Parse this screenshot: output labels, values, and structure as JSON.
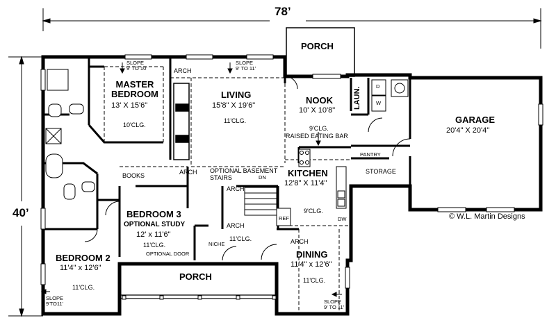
{
  "overall": {
    "width": "78’",
    "depth": "40’"
  },
  "rooms": {
    "master_bedroom": {
      "name_line1": "MASTER",
      "name_line2": "BEDROOM",
      "size": "13' X 15'6\"",
      "ceiling": "10'CLG.",
      "slope_line1": "SLOPE",
      "slope_line2": "9' TO 10'"
    },
    "living": {
      "name": "LIVING",
      "size": "15'8\" X 19'6\"",
      "ceiling": "11'CLG.",
      "slope_line1": "SLOPE",
      "slope_line2": "9' TO 11'"
    },
    "porch_top": {
      "name": "PORCH"
    },
    "nook": {
      "name": "NOOK",
      "size": "10' X 10'8\"",
      "ceiling": "9'CLG.",
      "bar": "RAISED EATING BAR"
    },
    "laundry": {
      "name": "LAUN.",
      "dryer": "D",
      "washer": "W"
    },
    "garage": {
      "name": "GARAGE",
      "size": "20'4\" X 20'4''"
    },
    "pantry": {
      "name": "PANTRY"
    },
    "storage": {
      "name": "STORAGE"
    },
    "kitchen": {
      "name": "KITCHEN",
      "size": "12'8\" X 11'4\"",
      "ceiling": "9'CLG.",
      "ref": "REF",
      "dw": "DW"
    },
    "stairs": {
      "label_line1": "OPTIONAL BASEMENT",
      "label_line2": "STAIRS",
      "dn": "DN"
    },
    "bedroom3": {
      "name": "BEDROOM 3",
      "subtitle": "OPTIONAL STUDY",
      "size": "12' x 11'6\"",
      "ceiling": "11'CLG.",
      "door": "OPTIONAL DOOR",
      "niche": "NICHE"
    },
    "hall": {
      "ceiling": "11'CLG."
    },
    "books": {
      "label": "BOOKS"
    },
    "bedroom2": {
      "name": "BEDROOM 2",
      "size": "11'4\" x 12'6\"",
      "ceiling": "11'CLG.",
      "slope_line1": "SLOPE",
      "slope_line2": "9'TO11'"
    },
    "porch_bottom": {
      "name": "PORCH"
    },
    "dining": {
      "name": "DINING",
      "size": "11'4\" x 12'6\"",
      "ceiling": "11'CLG.",
      "slope_line1": "SLOPE",
      "slope_line2": "9' TO 11'"
    }
  },
  "arches": [
    "ARCH",
    "ARCH",
    "ARCH",
    "ARCH",
    "ARCH"
  ],
  "copyright": "© W.L. Martin Designs"
}
